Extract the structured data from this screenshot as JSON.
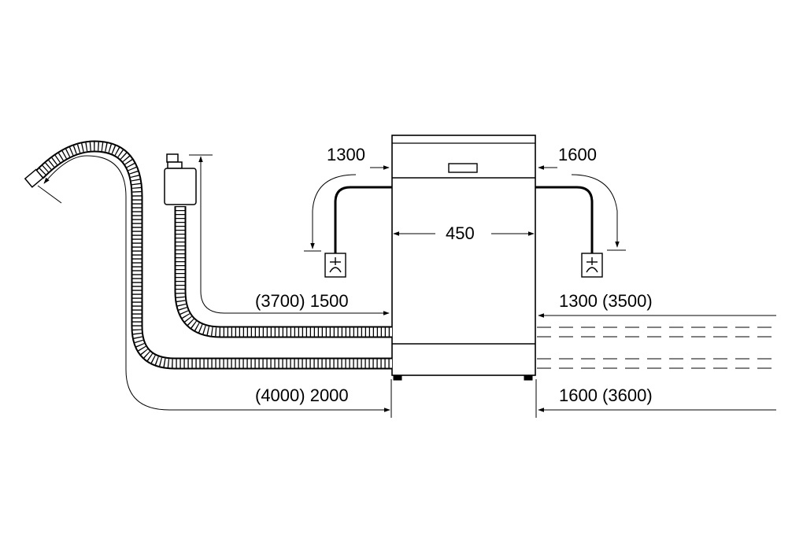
{
  "diagram": {
    "labels": {
      "width": "450",
      "inlet_left": "1300",
      "inlet_right": "1600",
      "hose_left_upper": "(3700) 1500",
      "hose_right_upper": "1300 (3500)",
      "hose_left_lower": "(4000) 2000",
      "hose_right_lower": "1600 (3600)"
    },
    "colors": {
      "line": "#000000",
      "background": "#ffffff"
    },
    "icons": [
      "dishwasher",
      "water-inlet-hose",
      "aquastop-valve",
      "drain-hose",
      "water-tap"
    ]
  }
}
